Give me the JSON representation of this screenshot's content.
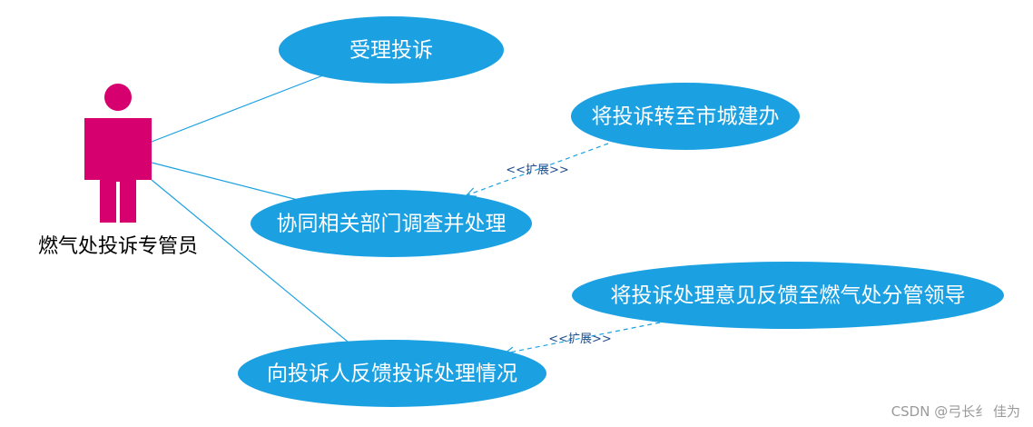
{
  "actor": {
    "name": "燃气处投诉专管员",
    "color": "#d6006f"
  },
  "use_cases": [
    {
      "id": "uc1",
      "label": "受理投诉"
    },
    {
      "id": "uc2",
      "label": "将投诉转至市城建办"
    },
    {
      "id": "uc3",
      "label": "协同相关部门调查并处理"
    },
    {
      "id": "uc4",
      "label": "将投诉处理意见反馈至燃气处分管领导"
    },
    {
      "id": "uc5",
      "label": "向投诉人反馈投诉处理情况"
    }
  ],
  "relations": [
    {
      "type": "association",
      "from": "actor",
      "to": "uc1"
    },
    {
      "type": "association",
      "from": "actor",
      "to": "uc3"
    },
    {
      "type": "association",
      "from": "actor",
      "to": "uc5"
    },
    {
      "type": "extend",
      "from": "uc2",
      "to": "uc3",
      "label": "<<扩展>>"
    },
    {
      "type": "extend",
      "from": "uc4",
      "to": "uc5",
      "label": "<<扩展>>"
    }
  ],
  "colors": {
    "usecase_fill": "#1ba1e2",
    "line": "#1ba1e2",
    "ext_line": "#1ba1e2"
  },
  "watermark": "CSDN @弓长纟 佳为"
}
